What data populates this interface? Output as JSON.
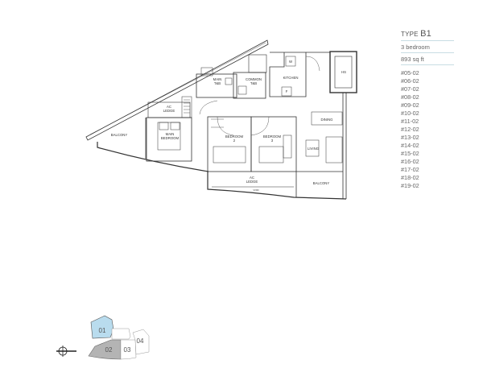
{
  "unit_info": {
    "type_prefix": "TYPE",
    "type_code": "B1",
    "bedrooms": "3 bedroom",
    "area": "893 sq ft",
    "units": [
      "#05-02",
      "#06-02",
      "#07-02",
      "#08-02",
      "#09-02",
      "#10-02",
      "#11-02",
      "#12-02",
      "#13-02",
      "#14-02",
      "#15-02",
      "#16-02",
      "#17-02",
      "#18-02",
      "#19-02"
    ]
  },
  "rooms": {
    "balcony_left": "BALCONY",
    "ac_ledge_top": [
      "AC",
      "LEDGE"
    ],
    "main_bedroom": [
      "MAIN",
      "BEDROOM"
    ],
    "main_bath": [
      "MAIN",
      "T&B"
    ],
    "common_bath": [
      "COMMON",
      "T&B"
    ],
    "kitchen": "KITCHEN",
    "hs": "HS",
    "dining": "DINING",
    "living": "LIVING",
    "bedroom2": [
      "BEDROOM",
      "2"
    ],
    "bedroom3": [
      "BEDROOM",
      "3"
    ],
    "ac_ledge_bottom": [
      "AC",
      "LEDGE"
    ],
    "void": "VOID",
    "balcony_right": "BALCONY",
    "washer": "W",
    "fridge": "F"
  },
  "key_plan": {
    "units": [
      "01",
      "02",
      "03",
      "04"
    ],
    "highlight_color": "#b9dcee",
    "stack_color": "#b4b4b4"
  }
}
